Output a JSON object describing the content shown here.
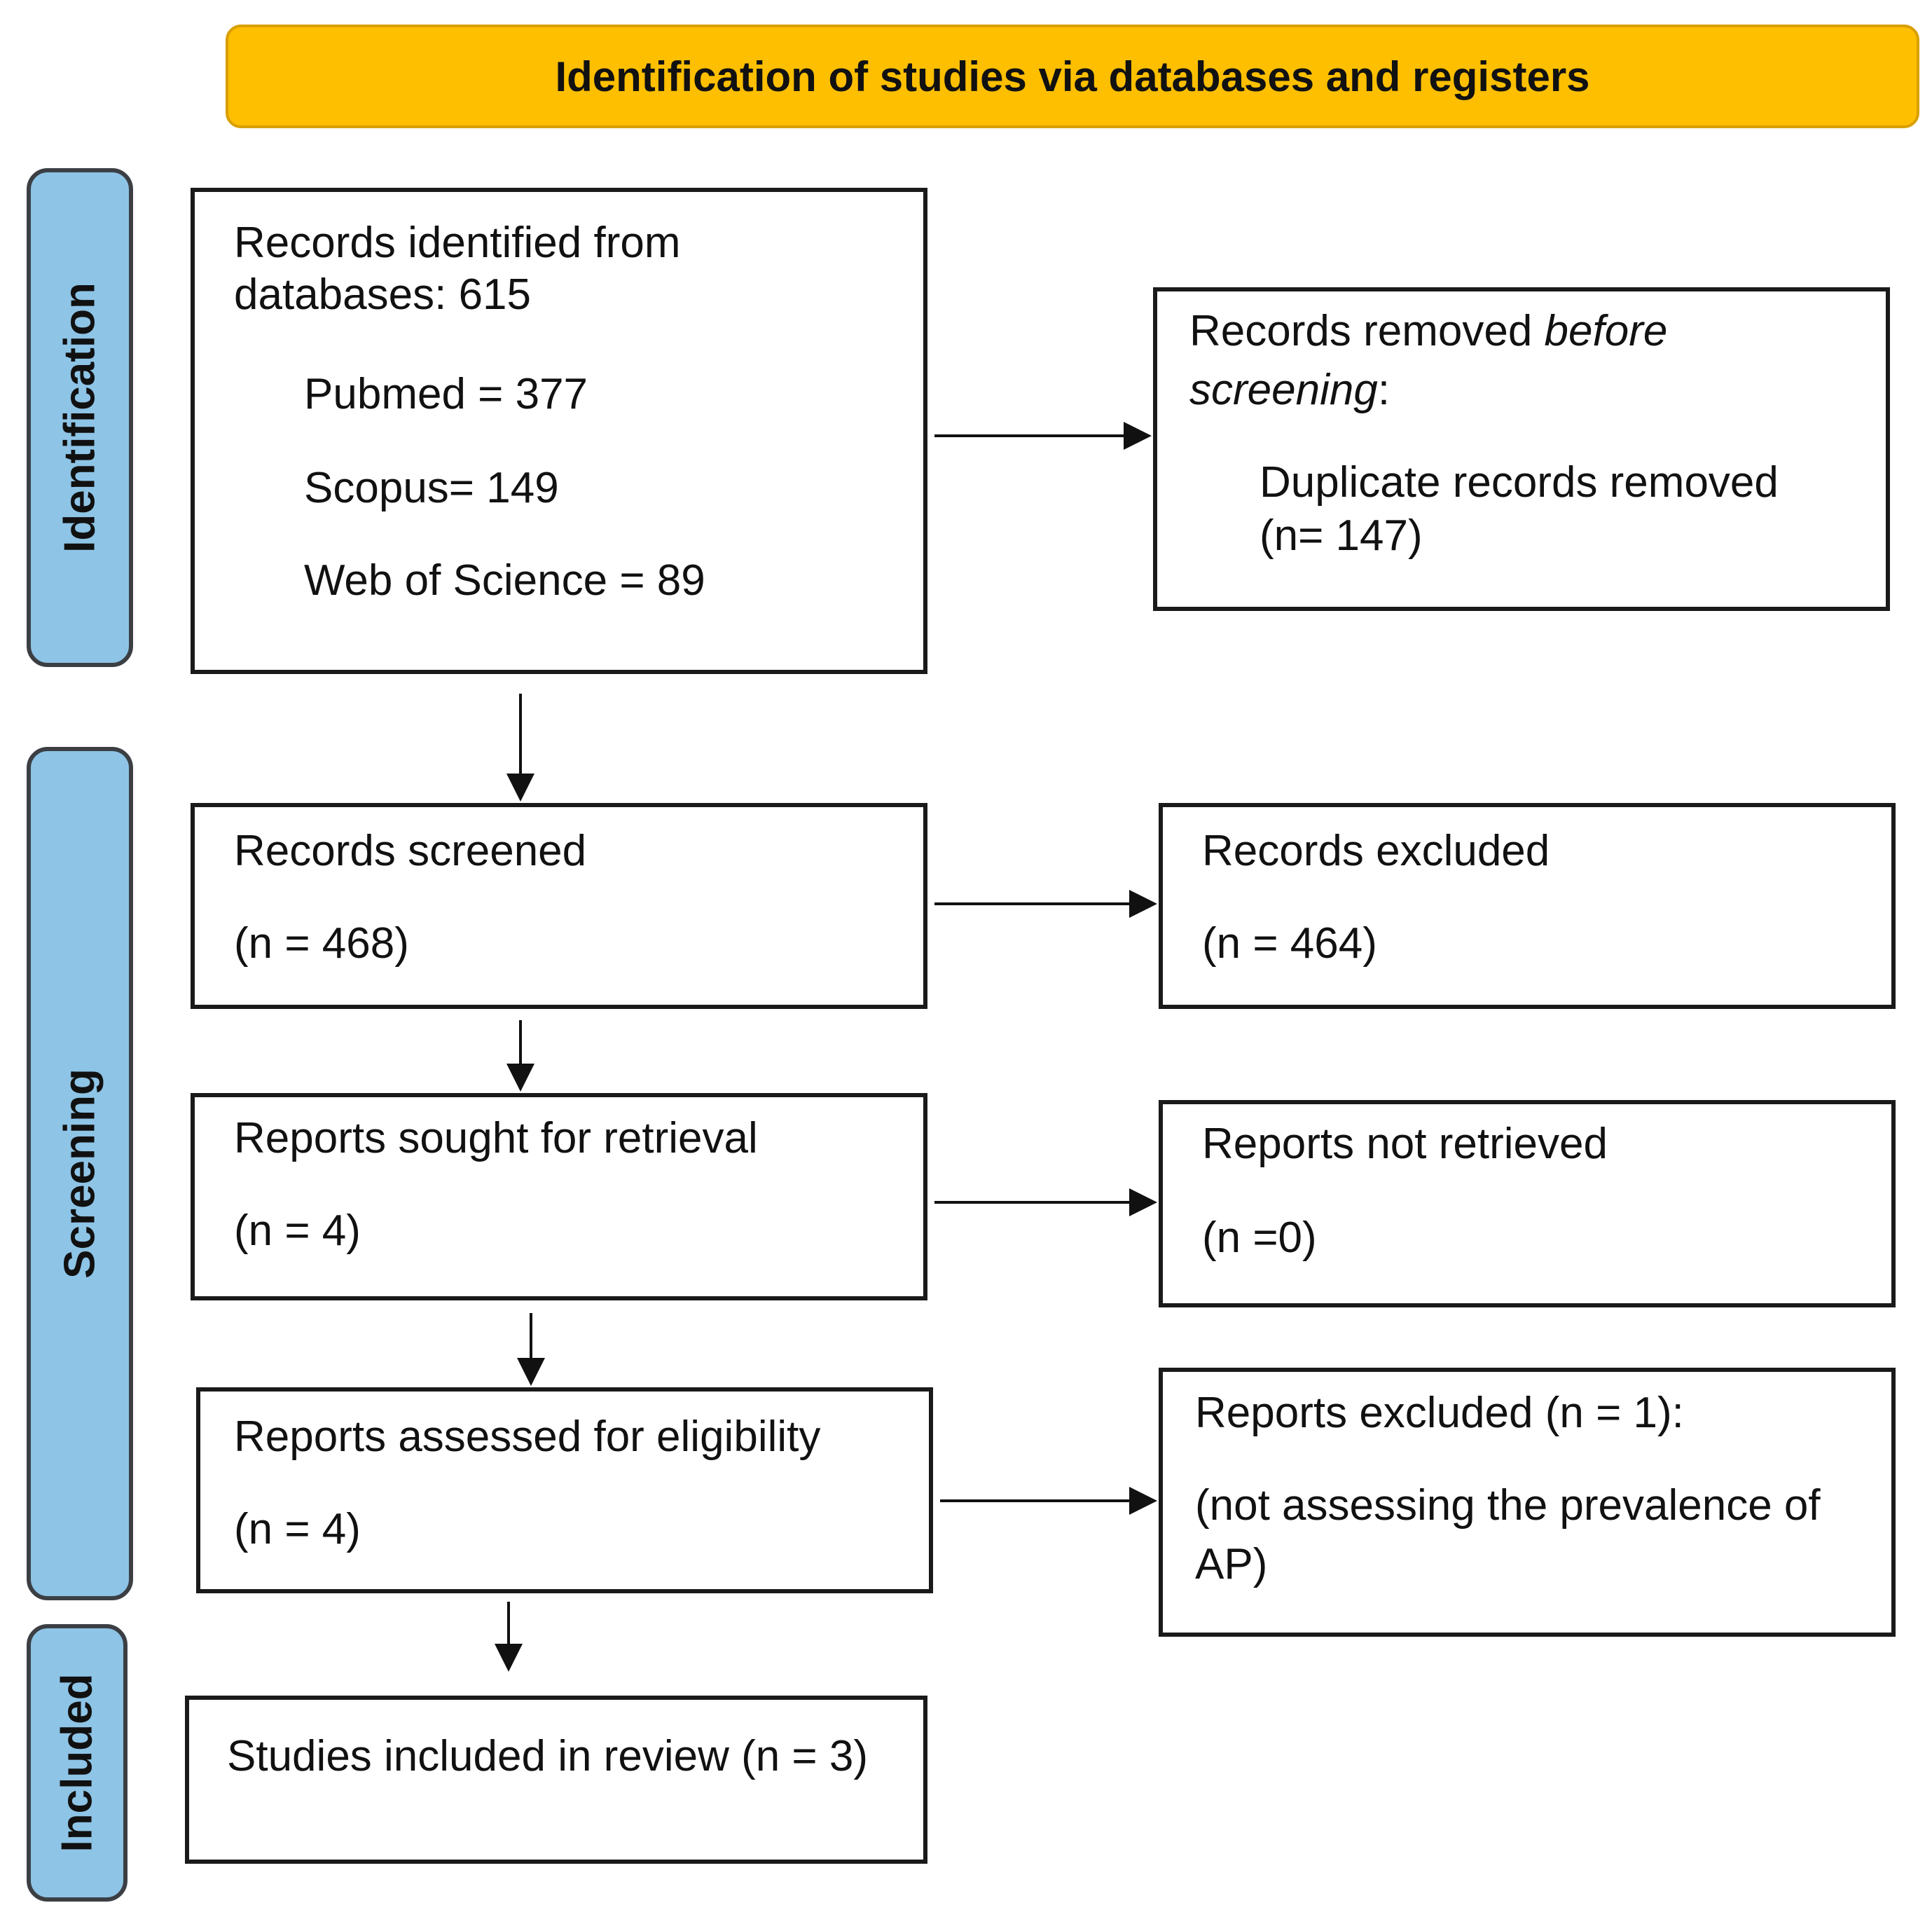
{
  "header": {
    "title": "Identification of studies via databases and registers"
  },
  "phases": {
    "identification": "Identification",
    "screening": "Screening",
    "included": "Included"
  },
  "identification": {
    "records_identified_line1": "Records identified from",
    "records_identified_line2": "databases: 615",
    "pubmed": "Pubmed = 377",
    "scopus": "Scopus= 149",
    "wos": "Web of Science = 89",
    "removed_prefix": "Records removed ",
    "removed_italic1": "before",
    "removed_italic2": "screening",
    "removed_colon": ":",
    "duplicates_line1": "Duplicate records removed",
    "duplicates_line2": "(n= 147)"
  },
  "screening": {
    "screened_label": "Records screened",
    "screened_n": "(n = 468)",
    "excluded_label": "Records excluded",
    "excluded_n": "(n = 464)",
    "sought_label": "Reports sought for retrieval",
    "sought_n": "(n = 4)",
    "not_retrieved_label": "Reports not retrieved",
    "not_retrieved_n": "(n =0)",
    "assessed_label": "Reports assessed for eligibility",
    "assessed_n": "(n = 4)",
    "reports_excluded_label": "Reports excluded (n = 1):",
    "reports_excluded_reason1": "(not assessing the prevalence of",
    "reports_excluded_reason2": "AP)"
  },
  "included": {
    "studies_label": "Studies included in review (n = 3)"
  },
  "colors": {
    "header_fill": "#FDBF00",
    "phase_fill": "#8EC4E6",
    "box_border": "#1a1a1a"
  }
}
